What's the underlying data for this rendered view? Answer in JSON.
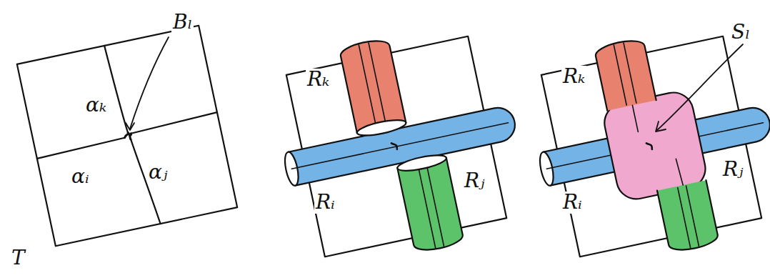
{
  "diagram": {
    "labels": [
      "αₖ",
      "Bₗ",
      "αᵢ",
      "αⱼ",
      "T",
      "Rₖ",
      "Rᵢ",
      "Rⱼ",
      "Rₖ",
      "Sₗ",
      "Rᵢ",
      "Rⱼ"
    ]
  }
}
